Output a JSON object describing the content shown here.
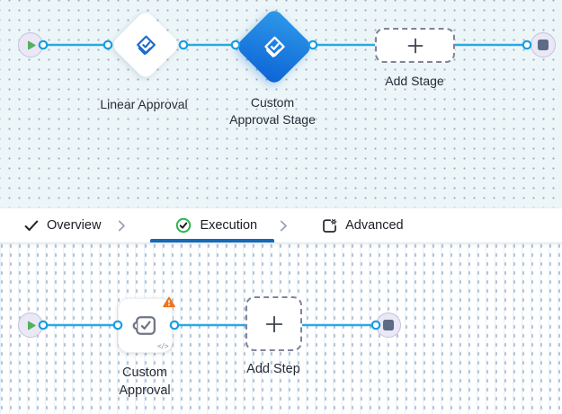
{
  "colors": {
    "connector_blue": "#29a9e2",
    "selected_stage_gradient_start": "#2f9ae9",
    "selected_stage_gradient_end": "#0c63d5",
    "active_tab_underline": "#1569b8",
    "success_green": "#2eb34b",
    "warning_orange": "#ee7420",
    "play_green": "#55b15e",
    "stop_slate": "#5d6b85"
  },
  "stage_canvas": {
    "nodes": {
      "linear_approval": {
        "label": "Linear Approval"
      },
      "custom_approval_stage": {
        "label_lines": [
          "Custom",
          "Approval Stage"
        ],
        "selected": true
      },
      "add_stage": {
        "label": "Add Stage"
      }
    }
  },
  "tab_bar": {
    "tabs": [
      {
        "label": "Overview",
        "icon": "check-icon",
        "active": false
      },
      {
        "label": "Execution",
        "icon": "check-circle-icon",
        "active": true
      },
      {
        "label": "Advanced",
        "icon": "settings-box-icon",
        "active": false
      }
    ]
  },
  "step_canvas": {
    "nodes": {
      "custom_approval": {
        "label_lines": [
          "Custom",
          "Approval"
        ],
        "has_warning": true,
        "code_badge": "</>"
      },
      "add_step": {
        "label": "Add Step"
      }
    }
  }
}
